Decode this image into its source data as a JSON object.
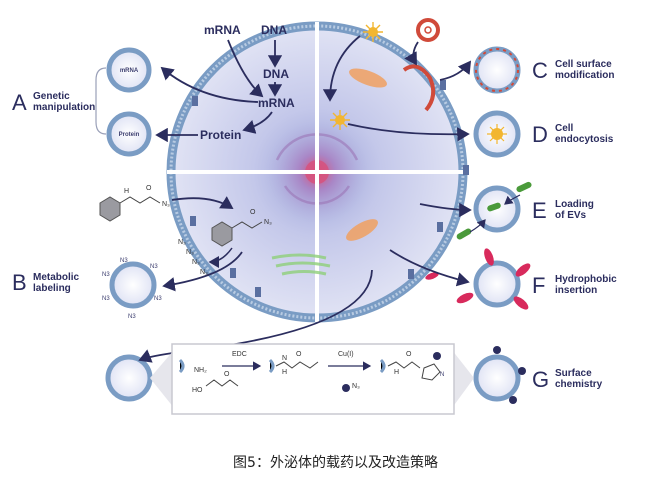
{
  "center": {
    "mrna": "mRNA",
    "dna_top": "DNA",
    "dna_mid": "DNA",
    "mrna_mid": "mRNA",
    "protein": "Protein"
  },
  "panels": [
    {
      "letter": "A",
      "lines": [
        "Genetic",
        "manipulation"
      ]
    },
    {
      "letter": "B",
      "lines": [
        "Metabolic",
        "labeling"
      ]
    },
    {
      "letter": "C",
      "lines": [
        "Cell surface",
        "modification"
      ]
    },
    {
      "letter": "D",
      "lines": [
        "Cell",
        "endocytosis"
      ]
    },
    {
      "letter": "E",
      "lines": [
        "Loading",
        "of EVs"
      ]
    },
    {
      "letter": "F",
      "lines": [
        "Hydrophobic",
        "insertion"
      ]
    },
    {
      "letter": "G",
      "lines": [
        "Surface",
        "chemistry"
      ]
    }
  ],
  "vesicles": {
    "mrna": "mRNA",
    "protein": "Protein"
  },
  "chemistry": {
    "n3": "N₃",
    "n3_plain": "N3",
    "nh2": "NH₂",
    "edc": "EDC",
    "cu": "Cu(I)",
    "ho": "HO",
    "h": "H",
    "o": "O",
    "n": "N"
  },
  "caption": "图5：外泌体的载药以及改造策略",
  "colors": {
    "navy": "#2b2d5e",
    "membrane": "#7a9cc4",
    "cell_fill": "#d6daf0",
    "red_accent": "#d04a3a",
    "orange": "#f0a060",
    "green": "#6fbf5a",
    "magenta": "#d82a5c"
  }
}
